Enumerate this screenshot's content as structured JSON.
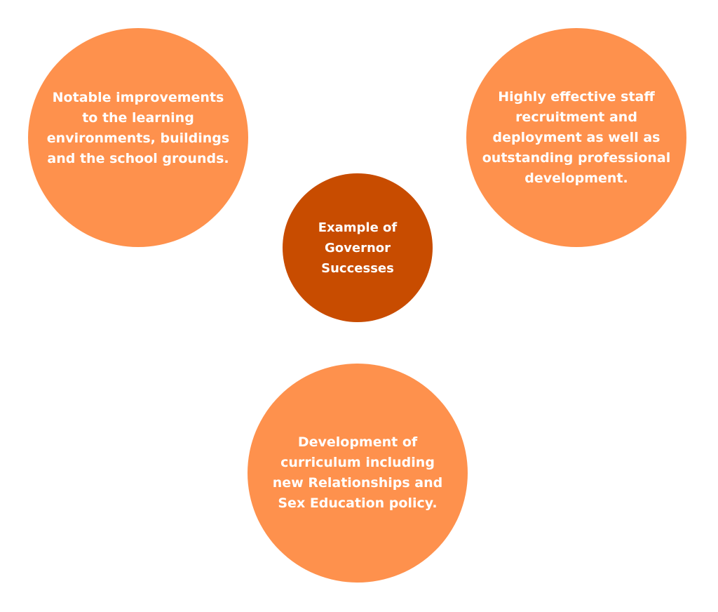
{
  "diagram": {
    "center": {
      "text": "Example of Governor Successes",
      "color": "#c84c00"
    },
    "outer_color": "#fe914d",
    "text_color": "#ffffff",
    "nodes": [
      {
        "text": "Notable improvements to the learning environments, buildings and the school grounds."
      },
      {
        "text": "Highly effective staff recruitment and deployment as well as outstanding professional development."
      },
      {
        "text": "Development of curriculum including new Relationships and Sex Education policy."
      }
    ]
  }
}
